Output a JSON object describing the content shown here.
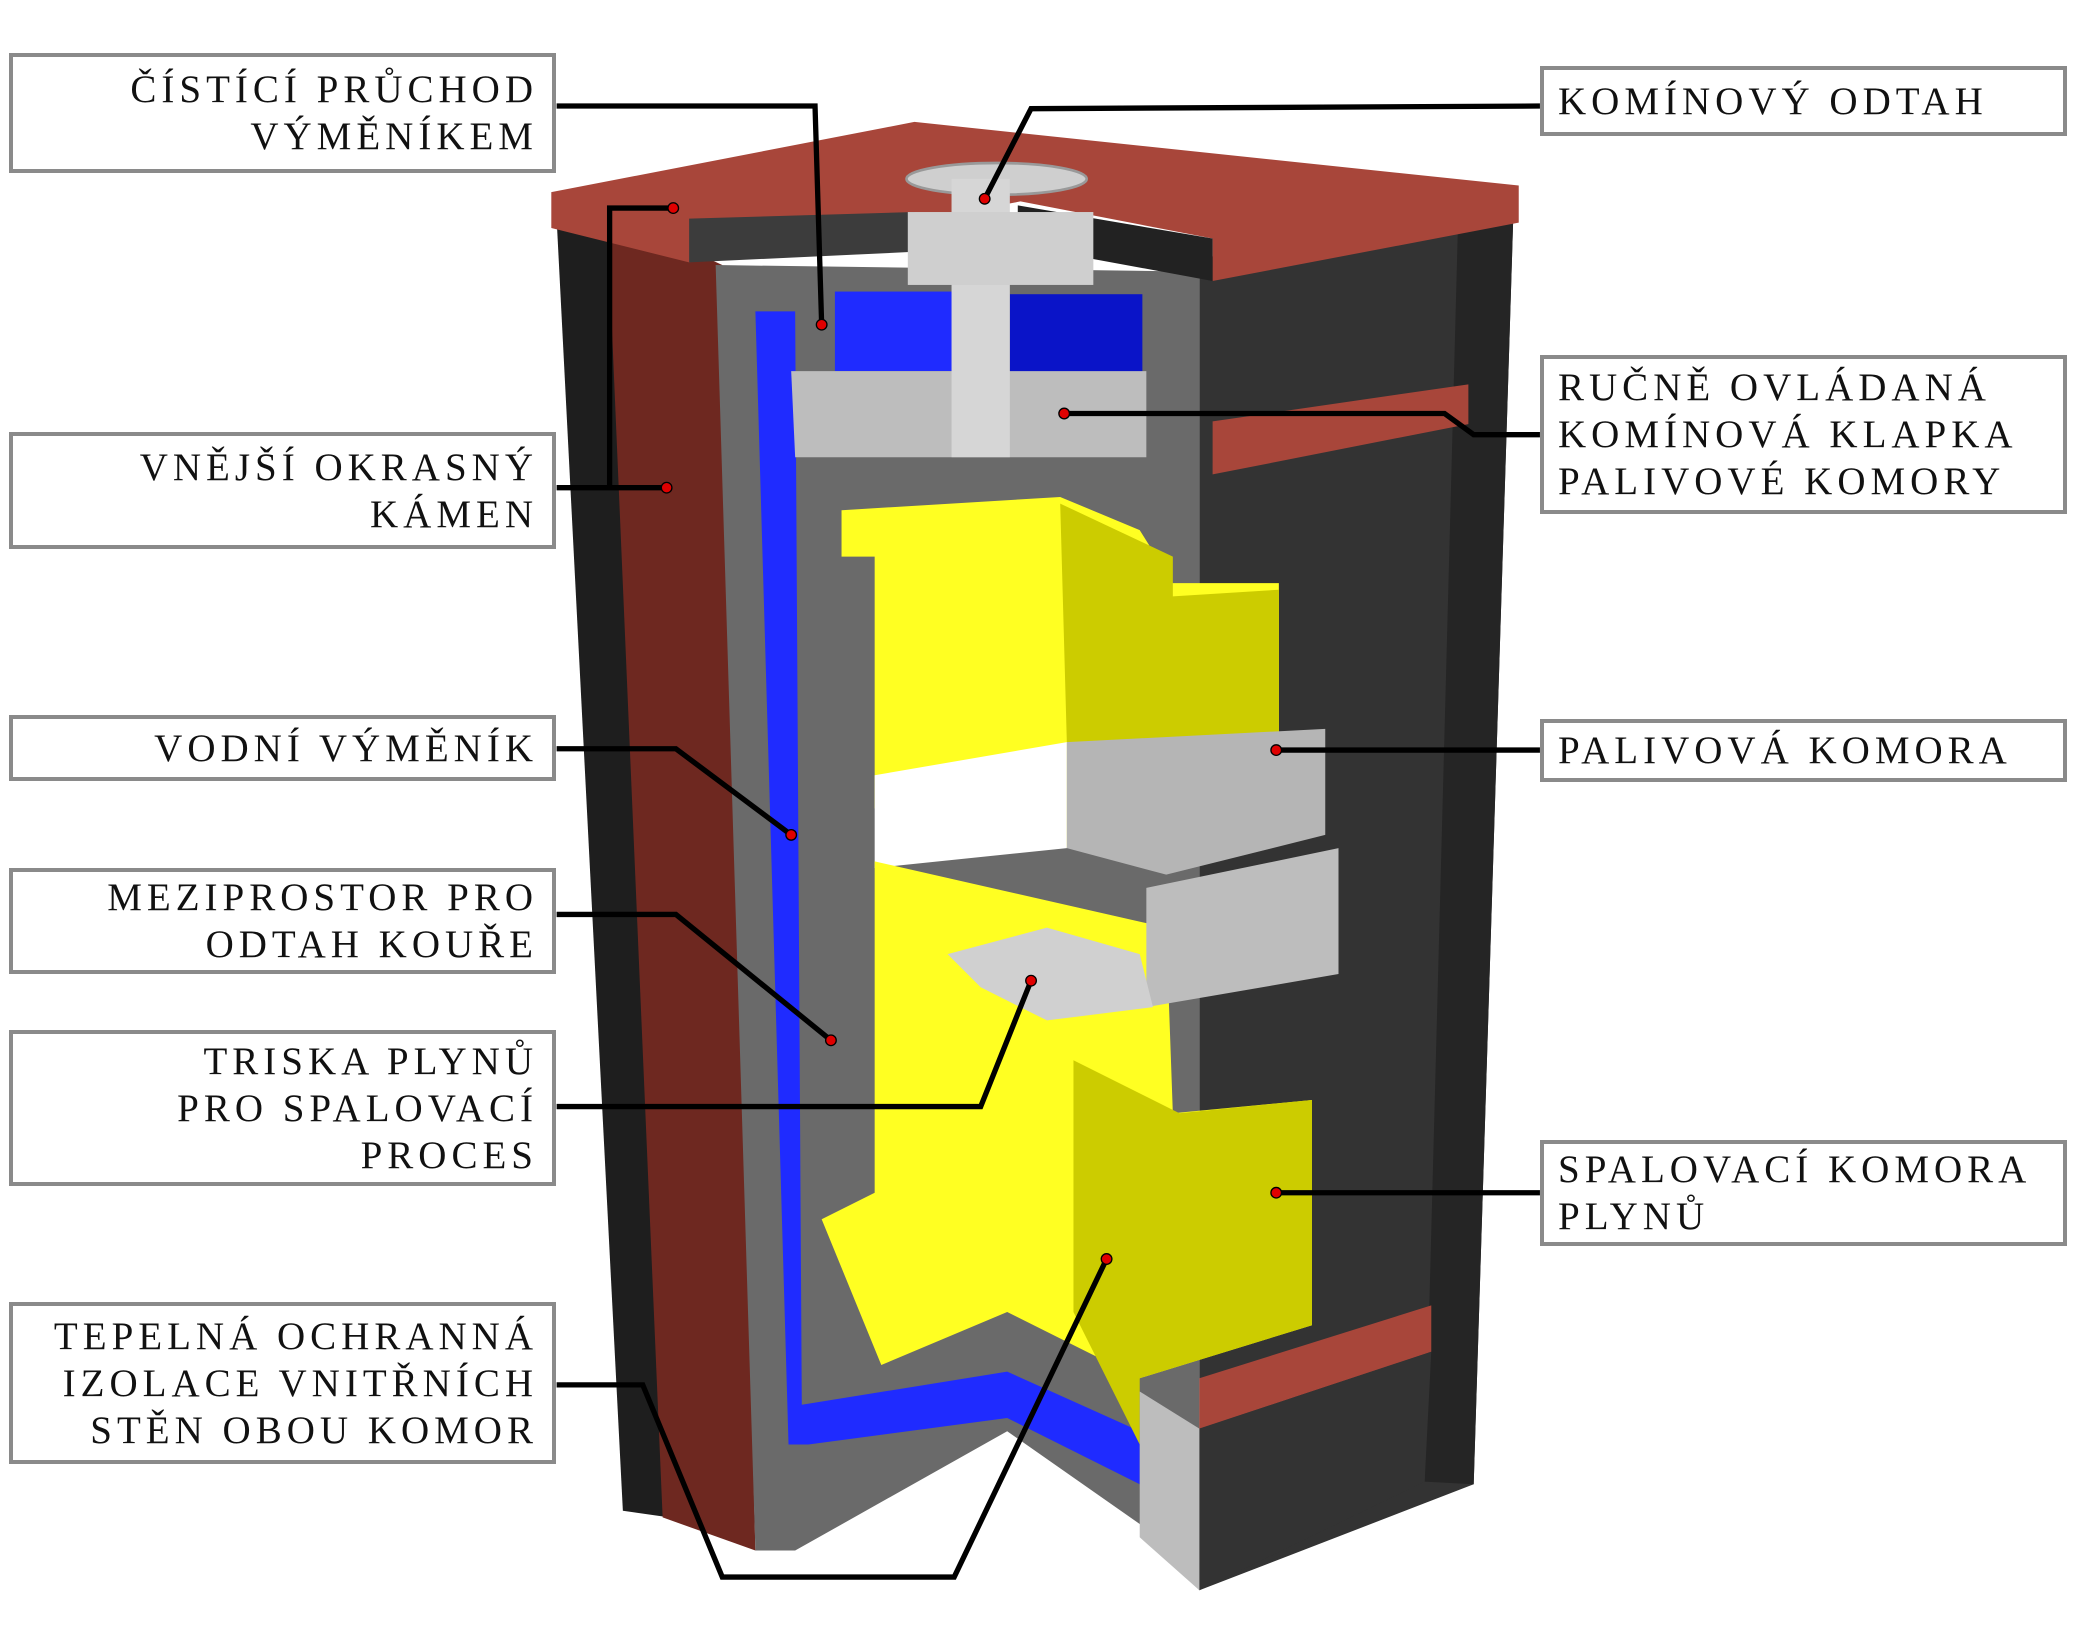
{
  "labels": {
    "cleaning_passage": [
      "ČÍSTÍCÍ PRŮCHOD",
      "VÝMĚNÍKEM"
    ],
    "outer_stone": [
      "VNĚJŠÍ OKRASNÝ",
      "KÁMEN"
    ],
    "water_exchanger": [
      "VODNÍ VÝMĚNÍK"
    ],
    "smoke_gap": [
      "MEZIPROSTOR PRO",
      "ODTAH KOUŘE"
    ],
    "gas_nozzle": [
      "TRISKA PLYNŮ",
      "PRO SPALOVACÍ",
      "PROCES"
    ],
    "insulation": [
      "TEPELNÁ OCHRANNÁ",
      "IZOLACE VNITŘNÍCH",
      "STĚN OBOU KOMOR"
    ],
    "chimney_outlet": [
      "KOMÍNOVÝ ODTAH"
    ],
    "damper": [
      "RUČNĚ OVLÁDANÁ",
      "KOMÍNOVÁ KLAPKA",
      "PALIVOVÉ KOMORY"
    ],
    "fuel_chamber": [
      "PALIVOVÁ KOMORA"
    ],
    "gas_chamber": [
      "SPALOVACÍ KOMORA",
      "PLYNŮ"
    ]
  },
  "colors": {
    "stone": "#6e2820",
    "stone_top": "#a8463a",
    "body": "#2e2e2e",
    "water": "#1f2bff",
    "insulation": "#ffff22",
    "steel": "#bdbdbd",
    "marker": "#e00000"
  }
}
